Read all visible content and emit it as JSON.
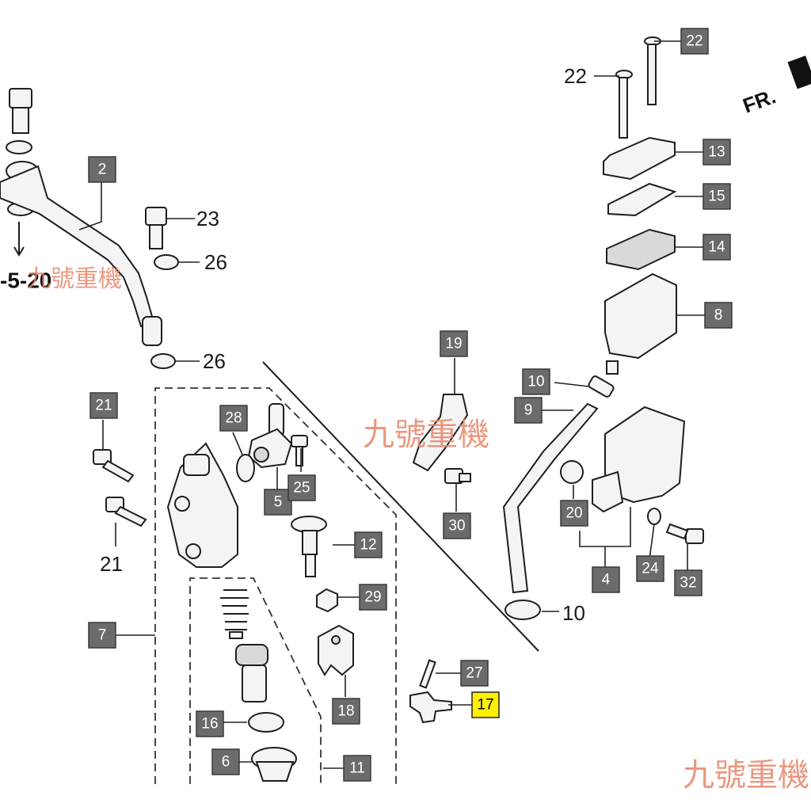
{
  "diagram": {
    "ref_label": "-5-20",
    "fr_label": "FR.",
    "callouts": [
      {
        "id": "c2",
        "label": "2"
      },
      {
        "id": "c21a",
        "label": "21"
      },
      {
        "id": "c28",
        "label": "28"
      },
      {
        "id": "c5",
        "label": "5"
      },
      {
        "id": "c25",
        "label": "25"
      },
      {
        "id": "c12",
        "label": "12"
      },
      {
        "id": "c29",
        "label": "29"
      },
      {
        "id": "c7",
        "label": "7"
      },
      {
        "id": "c16",
        "label": "16"
      },
      {
        "id": "c6",
        "label": "6"
      },
      {
        "id": "c18",
        "label": "18"
      },
      {
        "id": "c11",
        "label": "11"
      },
      {
        "id": "c27",
        "label": "27"
      },
      {
        "id": "c17",
        "label": "17",
        "highlight": true
      },
      {
        "id": "c19",
        "label": "19"
      },
      {
        "id": "c10a",
        "label": "10"
      },
      {
        "id": "c9",
        "label": "9"
      },
      {
        "id": "c30",
        "label": "30"
      },
      {
        "id": "c20",
        "label": "20"
      },
      {
        "id": "c4",
        "label": "4"
      },
      {
        "id": "c24",
        "label": "24"
      },
      {
        "id": "c32",
        "label": "32"
      },
      {
        "id": "c22a",
        "label": "22"
      },
      {
        "id": "c13",
        "label": "13"
      },
      {
        "id": "c15",
        "label": "15"
      },
      {
        "id": "c14",
        "label": "14"
      },
      {
        "id": "c8",
        "label": "8"
      }
    ],
    "plain_labels": [
      {
        "id": "p23",
        "label": "23"
      },
      {
        "id": "p26a",
        "label": "26"
      },
      {
        "id": "p26b",
        "label": "26"
      },
      {
        "id": "p21b",
        "label": "21"
      },
      {
        "id": "p10b",
        "label": "10"
      },
      {
        "id": "p22b",
        "label": "22"
      }
    ],
    "watermarks": [
      "九號重機",
      "九號重機",
      "九號重機"
    ]
  }
}
